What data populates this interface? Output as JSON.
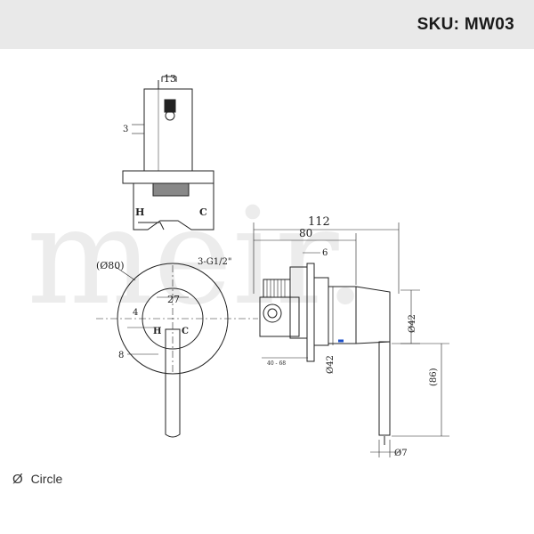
{
  "header": {
    "sku": "SKU: MW03"
  },
  "watermark": "meir.",
  "legend": {
    "symbol": "Ø",
    "label": "Circle"
  },
  "top_view": {
    "dim_width": "13",
    "dim_height": "3",
    "label_hot": "H",
    "label_cold": "C"
  },
  "front_view": {
    "dim_diameter": "(Ø80)",
    "dim_inner": "27",
    "dim_offset_top": "4",
    "dim_offset_bottom": "8",
    "label_hot": "H",
    "label_cold": "C"
  },
  "side_view": {
    "dim_total": "112",
    "dim_body": "80",
    "dim_plate": "6",
    "thread": "3-G1/2\"",
    "dim_lever_dia": "Ø42",
    "dim_body_dia": "Ø42",
    "dim_range": "40 - 68",
    "dim_lever_len": "(86)",
    "dim_lever_thk": "Ø7"
  },
  "colors": {
    "header_bg": "#e9e9e9",
    "line": "#222222",
    "accent": "#1b4fc9"
  }
}
